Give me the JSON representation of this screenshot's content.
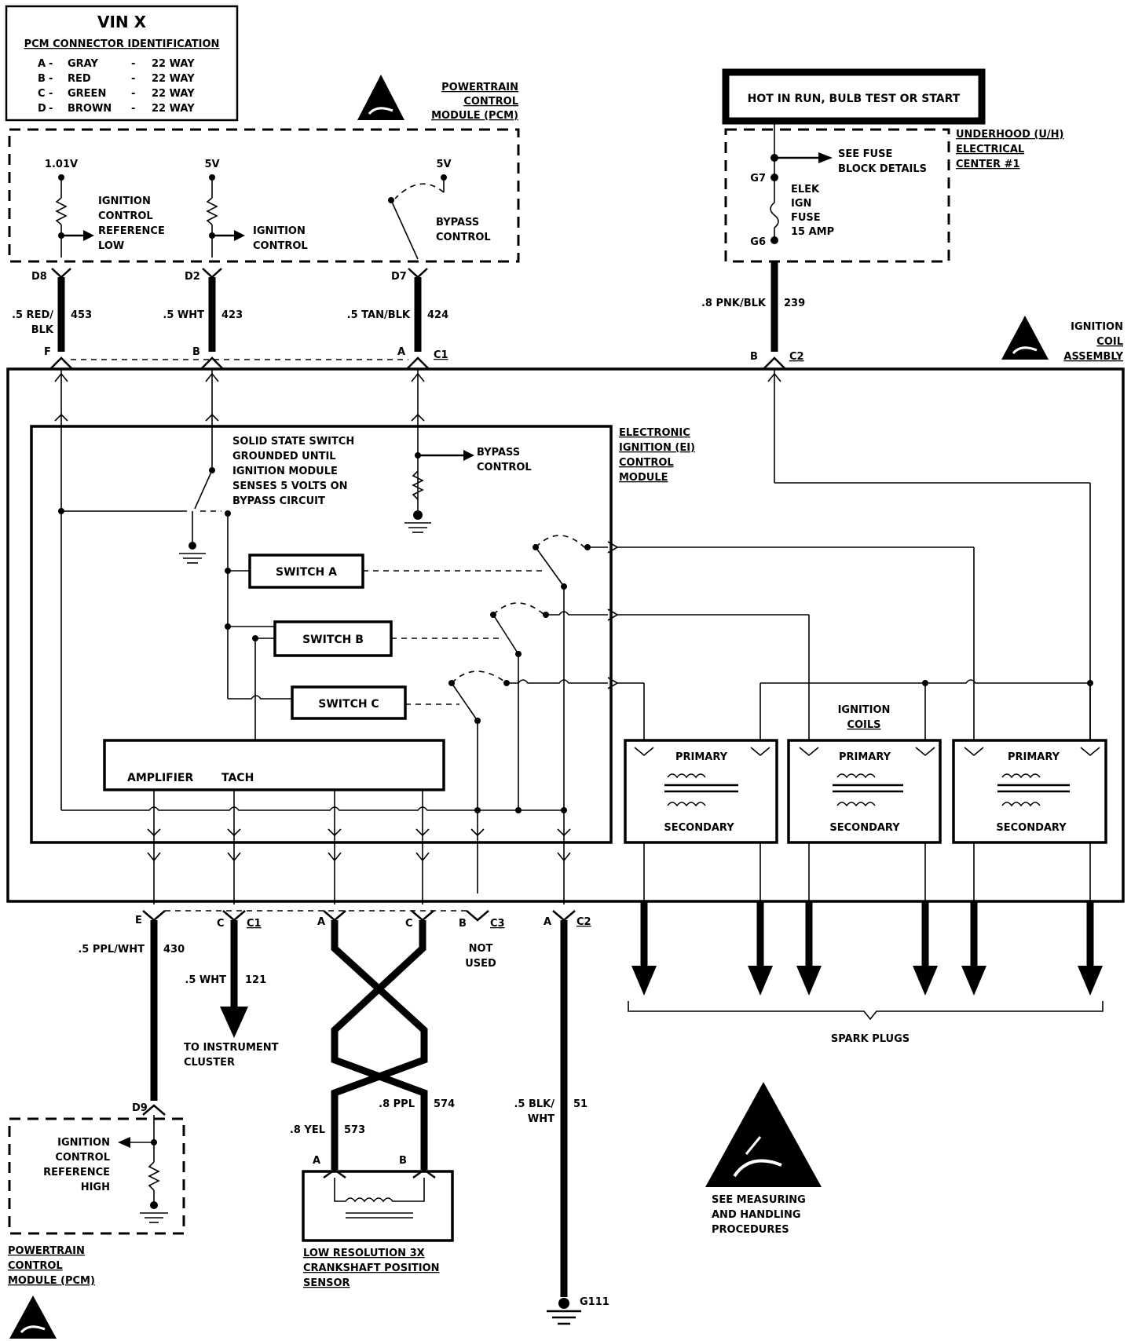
{
  "pcm_table": {
    "title": "VIN X",
    "subtitle": "PCM CONNECTOR IDENTIFICATION",
    "rows": [
      {
        "letter": "A",
        "color": "GRAY",
        "ways": "22 WAY"
      },
      {
        "letter": "B",
        "color": "RED",
        "ways": "22 WAY"
      },
      {
        "letter": "C",
        "color": "GREEN",
        "ways": "22 WAY"
      },
      {
        "letter": "D",
        "color": "BROWN",
        "ways": "22 WAY"
      }
    ]
  },
  "pcm_top": {
    "label_lines": [
      "POWERTRAIN",
      "CONTROL",
      "MODULE (PCM)"
    ],
    "v_ref_low": "1.01V",
    "v_ign": "5V",
    "v_bypass": "5V",
    "icrl_lines": [
      "IGNITION",
      "CONTROL",
      "REFERENCE",
      "LOW"
    ],
    "ic_lines": [
      "IGNITION",
      "CONTROL"
    ],
    "bypass_lines": [
      "BYPASS",
      "CONTROL"
    ],
    "pins": [
      "D8",
      "D2",
      "D7"
    ]
  },
  "wires_top": [
    {
      "gauge": ".5 RED/",
      "gauge2": "BLK",
      "circuit": "453",
      "pin": "F"
    },
    {
      "gauge": ".5 WHT",
      "circuit": "423",
      "pin": "B"
    },
    {
      "gauge": ".5 TAN/BLK",
      "circuit": "424",
      "pin": "A",
      "conn": "C1"
    }
  ],
  "fuse": {
    "hot_label": "HOT IN RUN, BULB TEST OR START",
    "center_lines": [
      "UNDERHOOD (U/H)",
      "ELECTRICAL",
      "CENTER #1"
    ],
    "see_lines": [
      "SEE FUSE",
      "BLOCK DETAILS"
    ],
    "fuse_lines": [
      "ELEK",
      "IGN",
      "FUSE",
      "15 AMP"
    ],
    "g7": "G7",
    "g6": "G6",
    "wire_gauge": ".8 PNK/BLK",
    "wire_circuit": "239",
    "pin": "B",
    "conn": "C2"
  },
  "coil_assembly": {
    "label_lines": [
      "IGNITION",
      "COIL",
      "ASSEMBLY"
    ]
  },
  "ei_module": {
    "label_lines": [
      "ELECTRONIC",
      "IGNITION (EI)",
      "CONTROL",
      "MODULE"
    ],
    "solid_state_lines": [
      "SOLID STATE SWITCH",
      "GROUNDED UNTIL",
      "IGNITION MODULE",
      "SENSES 5 VOLTS ON",
      "BYPASS CIRCUIT"
    ],
    "bypass_lines": [
      "BYPASS",
      "CONTROL"
    ],
    "switches": [
      "SWITCH A",
      "SWITCH B",
      "SWITCH C"
    ],
    "amplifier": "AMPLIFIER",
    "tach": "TACH"
  },
  "coils": {
    "label_lines": [
      "IGNITION",
      "COILS"
    ],
    "primary": "PRIMARY",
    "secondary": "SECONDARY"
  },
  "spark_plugs": "SPARK PLUGS",
  "bottom_connectors": {
    "e": "E",
    "c": "C",
    "c1": "C1",
    "a": "A",
    "c_2": "C",
    "b": "B",
    "c3": "C3",
    "a2": "A",
    "c2": "C2",
    "not_used_lines": [
      "NOT",
      "USED"
    ]
  },
  "wires_bottom": [
    {
      "gauge": ".5 PPL/WHT",
      "circuit": "430"
    },
    {
      "gauge": ".5 WHT",
      "circuit": "121"
    },
    {
      "gauge": ".8 YEL",
      "circuit": "573"
    },
    {
      "gauge": ".8 PPL",
      "circuit": "574"
    },
    {
      "gauge": ".5 BLK/",
      "gauge2": "WHT",
      "circuit": "51"
    }
  ],
  "instrument_lines": [
    "TO INSTRUMENT",
    "CLUSTER"
  ],
  "pcm_bottom": {
    "pin": "D9",
    "icrh_lines": [
      "IGNITION",
      "CONTROL",
      "REFERENCE",
      "HIGH"
    ],
    "label_lines": [
      "POWERTRAIN",
      "CONTROL",
      "MODULE (PCM)"
    ]
  },
  "sensor": {
    "pin_a": "A",
    "pin_b": "B",
    "label_lines": [
      "LOW RESOLUTION 3X",
      "CRANKSHAFT POSITION",
      "SENSOR"
    ]
  },
  "ground": "G111",
  "esd_note_lines": [
    "SEE MEASURING",
    "AND HANDLING",
    "PROCEDURES"
  ]
}
